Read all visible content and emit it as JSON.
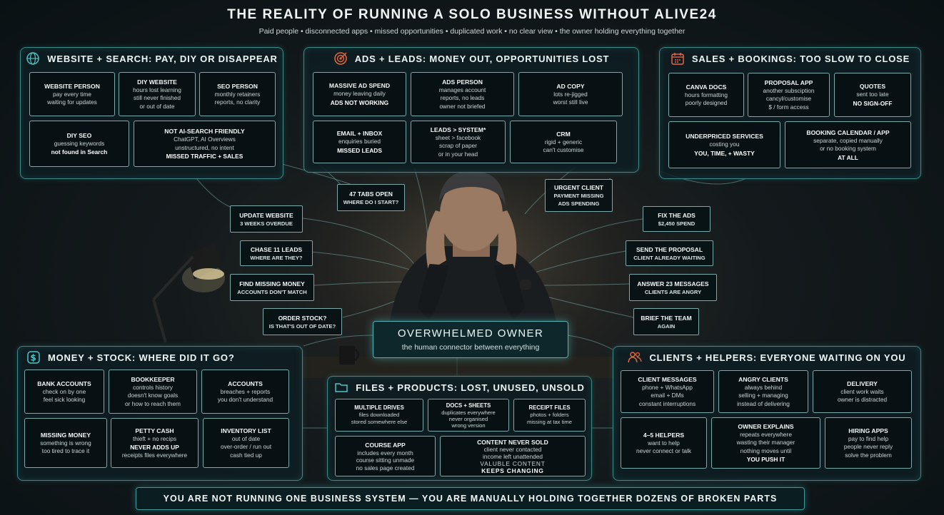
{
  "header": {
    "title": "THE REALITY OF RUNNING A SOLO BUSINESS WITHOUT ALIVE24",
    "subtitle": "Paid people • disconnected apps • missed opportunities • duplicated work • no clear view • the owner holding everything together"
  },
  "center": {
    "title": "OVERWHELMED OWNER",
    "subtitle": "the human connector between everything"
  },
  "footer": "YOU ARE NOT RUNNING ONE BUSINESS SYSTEM — YOU ARE MANUALLY HOLDING TOGETHER DOZENS OF BROKEN PARTS",
  "colors": {
    "accent": "#3d8a8a",
    "glow": "#4fd1c5",
    "icon_orange": "#e8643c",
    "icon_teal": "#4fc3c3"
  },
  "panels": {
    "website": {
      "title": "WEBSITE + SEARCH: PAY, DIY OR DISAPPEAR",
      "icon": "globe-icon",
      "cards": [
        {
          "lines": [
            "WEBSITE PERSON",
            "pay every time",
            "waiting for updates"
          ]
        },
        {
          "lines": [
            "DIY WEBSITE",
            "hours lost learning",
            "still never finished",
            "or out of date"
          ]
        },
        {
          "lines": [
            "SEO PERSON",
            "monthly retainers",
            "reports, no clarity"
          ]
        },
        {
          "lines": [
            "DIY SEO",
            "guessing keywords",
            "not found in Search"
          ]
        },
        {
          "lines": [
            "NOT AI-SEARCH FRIENDLY",
            "ChatGPT, AI Overviews",
            "unstructured, no intent",
            "MISSED TRAFFIC + SALES"
          ]
        }
      ]
    },
    "ads": {
      "title": "ADS + LEADS: MONEY OUT, OPPORTUNITIES LOST",
      "icon": "target-icon",
      "cards": [
        {
          "lines": [
            "MASSIVE AD SPEND",
            "money leaving daily",
            "ADS NOT WORKING"
          ]
        },
        {
          "lines": [
            "ADS PERSON",
            "manages account",
            "reports, no leads",
            "owner not briefed"
          ]
        },
        {
          "lines": [
            "AD COPY",
            "lots re-jigged",
            "worst still live"
          ]
        },
        {
          "lines": [
            "EMAIL + INBOX",
            "enquiries buried",
            "MISSED LEADS"
          ]
        },
        {
          "lines": [
            "LEADS > SYSTEM*",
            "sheet > facebook",
            "scrap of paper",
            "or in your head"
          ]
        },
        {
          "lines": [
            "CRM",
            "rigid + generic",
            "can't customise"
          ]
        }
      ]
    },
    "sales": {
      "title": "SALES + BOOKINGS: TOO SLOW TO CLOSE",
      "icon": "calendar-icon",
      "cards": [
        {
          "lines": [
            "CANVA DOCS",
            "hours formatting",
            "poorly designed"
          ]
        },
        {
          "lines": [
            "PROPOSAL APP",
            "another subsciption",
            "cancyl/customise",
            "$ / form access"
          ]
        },
        {
          "lines": [
            "QUOTES",
            "sent too late",
            "NO SIGN-OFF"
          ]
        },
        {
          "lines": [
            "UNDERPRICED SERVICES",
            "costing you",
            "YOU, TIME, + WASTY"
          ]
        },
        {
          "lines": [
            "BOOKING CALENDAR / APP",
            "separate, copied manually",
            "or no booking system",
            "AT ALL"
          ]
        }
      ]
    },
    "money": {
      "title": "MONEY + STOCK: WHERE DID IT GO?",
      "icon": "dollar-icon",
      "cards": [
        {
          "lines": [
            "BANK ACCOUNTS",
            "check on by one",
            "feel sick looking"
          ]
        },
        {
          "lines": [
            "BOOKKEEPER",
            "controls history",
            "doesn't know goals",
            "or how to reach them"
          ]
        },
        {
          "lines": [
            "ACCOUNTS",
            "breaches + reports",
            "you don't understand"
          ]
        },
        {
          "lines": [
            "MISSING MONEY",
            "something is wrong",
            "too tired to trace it"
          ]
        },
        {
          "lines": [
            "PETTY CASH",
            "thieft + no recips",
            "NEVER ADDS UP",
            "receipts files everywhere"
          ]
        },
        {
          "lines": [
            "INVENTORY LIST",
            "out of date",
            "over-order / run out",
            "cash tied up"
          ]
        }
      ]
    },
    "files": {
      "title": "FILES + PRODUCTS: LOST, UNUSED, UNSOLD",
      "icon": "folder-icon",
      "cards": [
        {
          "lines": [
            "MULTIPLE DRIVES",
            "files downloaded",
            "stored somewhere else"
          ]
        },
        {
          "lines": [
            "DOCS + SHEETS",
            "duplicates everywhere",
            "never organised",
            "wrong version"
          ]
        },
        {
          "lines": [
            "RECEIPT FILES",
            "photos + folders",
            "missing at tax time"
          ]
        },
        {
          "lines": [
            "COURSE APP",
            "includes every month",
            "course sitting unmade",
            "no sales page created"
          ]
        },
        {
          "lines": [
            "CONTENT NEVER SOLD",
            "client never contacted",
            "income left unattended",
            "VALUBLE CONTENT",
            "KEEPS CHANGING"
          ]
        }
      ]
    },
    "clients": {
      "title": "CLIENTS + HELPERS: EVERYONE WAITING ON YOU",
      "icon": "people-icon",
      "cards": [
        {
          "lines": [
            "CLIENT MESSAGES",
            "phone + WhatsApp",
            "email + DMs",
            "constant interruptions"
          ]
        },
        {
          "lines": [
            "ANGRY CLIENTS",
            "always behind",
            "selling + managing",
            "instead of delivering"
          ]
        },
        {
          "lines": [
            "DELIVERY",
            "client work waits",
            "owner is distracted"
          ]
        },
        {
          "lines": [
            "4–5 HELPERS",
            "want to help",
            "never connect or talk"
          ]
        },
        {
          "lines": [
            "OWNER EXPLAINS",
            "repeats everywhere",
            "wasting their manager",
            "nothing moves until",
            "YOU PUSH IT"
          ]
        },
        {
          "lines": [
            "HIRING APPS",
            "pay to find help",
            "people never reply",
            "solve the problem"
          ]
        }
      ]
    }
  },
  "chips": [
    {
      "lines": [
        "47 TABS OPEN",
        "WHERE DO I START?"
      ]
    },
    {
      "lines": [
        "URGENT CLIENT",
        "PAYMENT MISSING",
        "ADS SPENDING"
      ]
    },
    {
      "lines": [
        "UPDATE WEBSITE",
        "3 WEEKS OVERDUE"
      ]
    },
    {
      "lines": [
        "FIX THE ADS",
        "$2,450 SPEND"
      ]
    },
    {
      "lines": [
        "CHASE 11 LEADS",
        "WHERE ARE THEY?"
      ]
    },
    {
      "lines": [
        "SEND THE PROPOSAL",
        "CLIENT ALREADY WAITING"
      ]
    },
    {
      "lines": [
        "FIND MISSING MONEY",
        "ACCOUNTS DON'T MATCH"
      ]
    },
    {
      "lines": [
        "ANSWER 23 MESSAGES",
        "CLIENTS ARE ANGRY"
      ]
    },
    {
      "lines": [
        "ORDER STOCK?",
        "IS THAT'S OUT OF DATE?"
      ]
    },
    {
      "lines": [
        "BRIEF THE TEAM",
        "AGAIN"
      ]
    }
  ]
}
